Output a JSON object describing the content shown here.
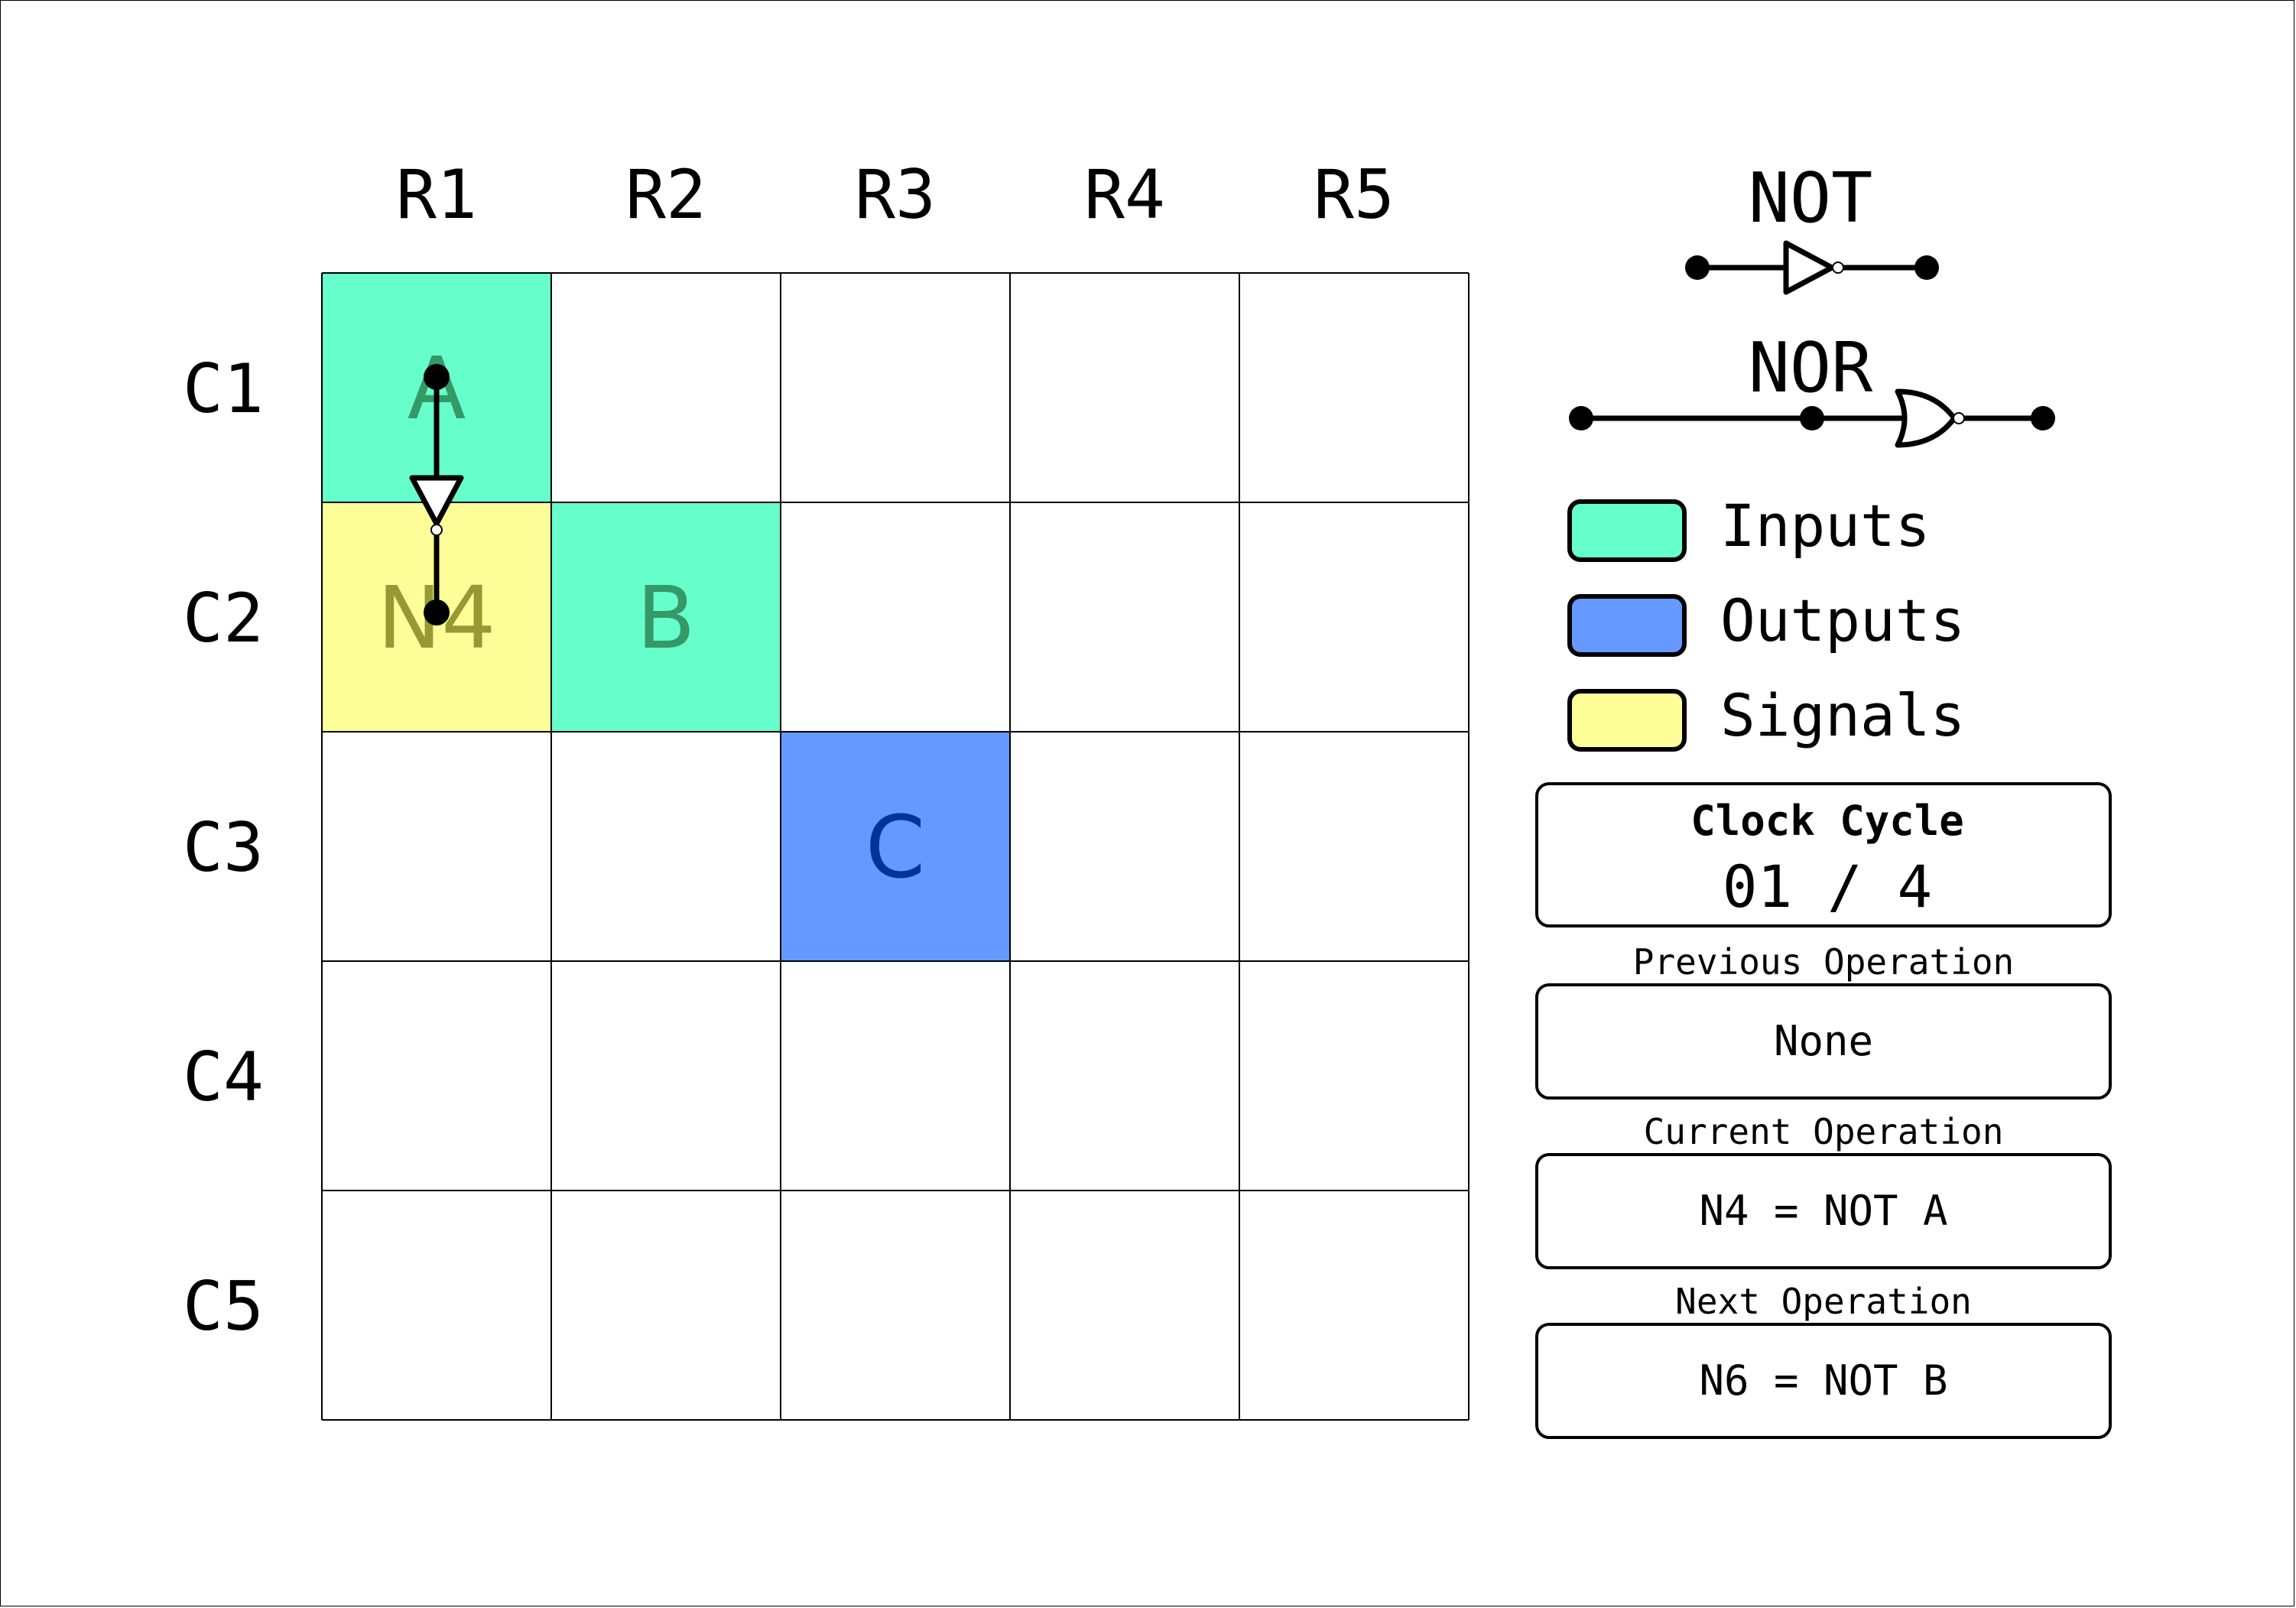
{
  "grid": {
    "column_headers": [
      "R1",
      "R2",
      "R3",
      "R4",
      "R5"
    ],
    "row_headers": [
      "C1",
      "C2",
      "C3",
      "C4",
      "C5"
    ],
    "cells": [
      {
        "row": 0,
        "col": 0,
        "label": "A",
        "kind": "input"
      },
      {
        "row": 1,
        "col": 0,
        "label": "N4",
        "kind": "signal"
      },
      {
        "row": 1,
        "col": 1,
        "label": "B",
        "kind": "input"
      },
      {
        "row": 2,
        "col": 2,
        "label": "C",
        "kind": "output"
      }
    ],
    "wire": {
      "gate": "NOT",
      "from": {
        "row": 0,
        "col": 0
      },
      "to": {
        "row": 1,
        "col": 0
      }
    }
  },
  "colors": {
    "input_fill": "#66ffcc",
    "input_text": "#339966",
    "output_fill": "#6699ff",
    "output_text": "#003399",
    "signal_fill": "#ffff99",
    "signal_text": "#999933"
  },
  "gate_legend": {
    "not_label": "NOT",
    "nor_label": "NOR"
  },
  "legend": {
    "items": [
      {
        "label": "Inputs",
        "color": "#66ffcc"
      },
      {
        "label": "Outputs",
        "color": "#6699ff"
      },
      {
        "label": "Signals",
        "color": "#ffff99"
      }
    ]
  },
  "status": {
    "clock_title": "Clock Cycle",
    "clock_value": "01 / 4",
    "previous_label": "Previous Operation",
    "previous_value": "None",
    "current_label": "Current Operation",
    "current_value": "N4 = NOT A",
    "next_label": "Next Operation",
    "next_value": "N6 = NOT B"
  }
}
